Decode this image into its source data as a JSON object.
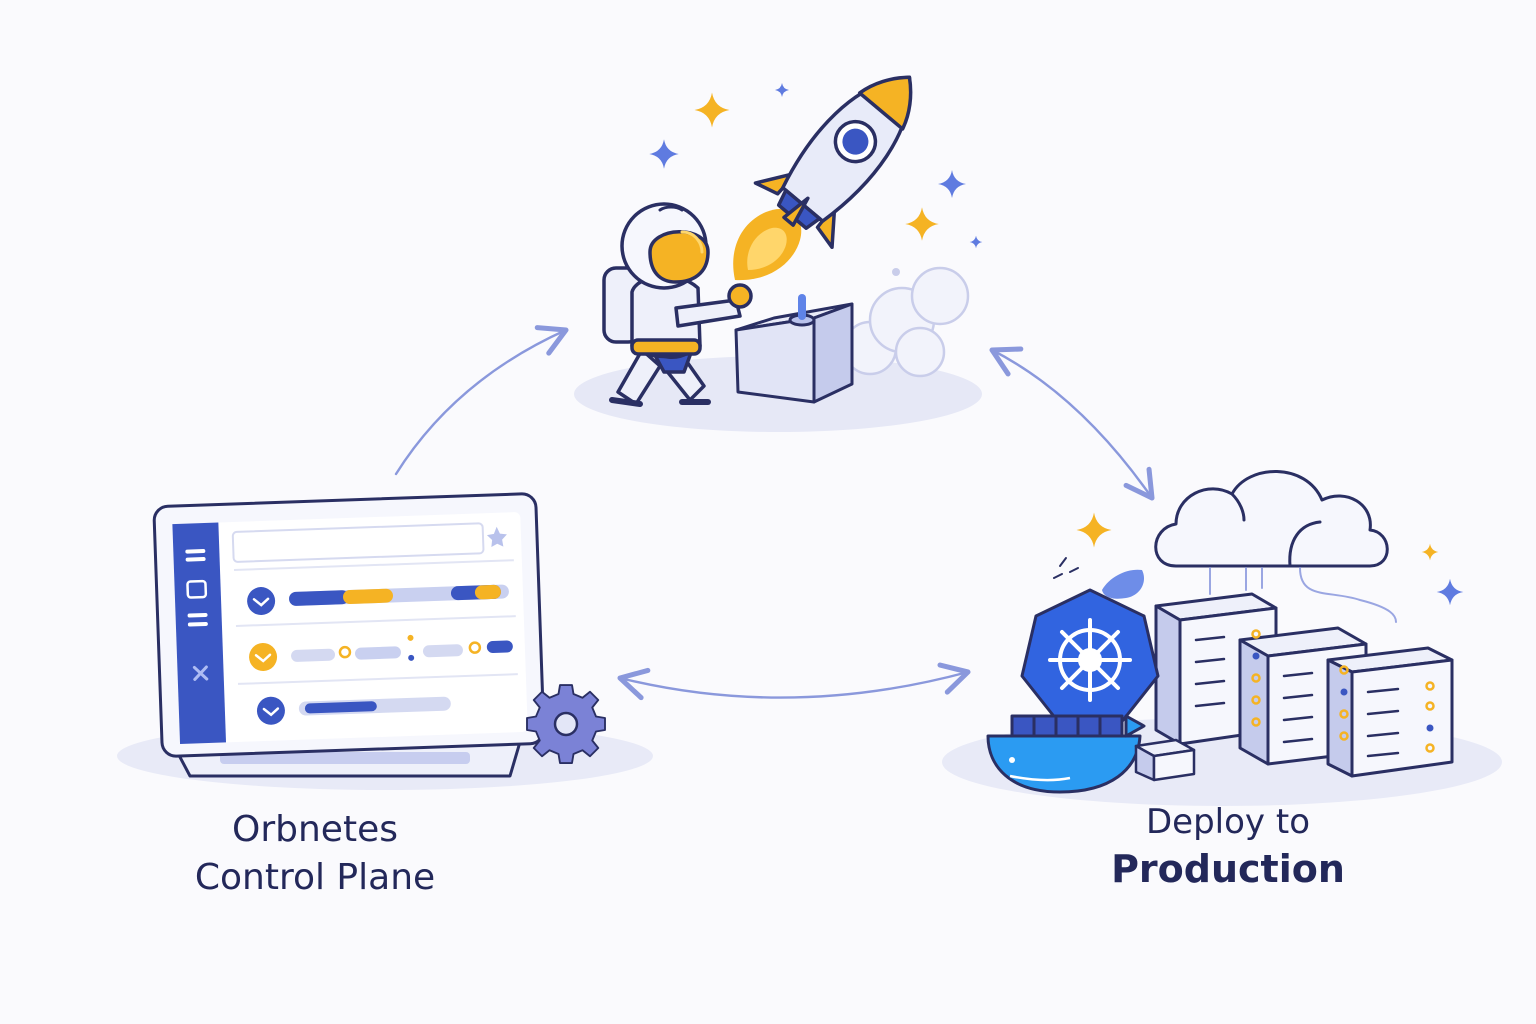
{
  "nodes": {
    "control_plane": {
      "title_line1": "Orbnetes",
      "title_line2": "Control Plane"
    },
    "deploy": {
      "title_line1": "Deploy to",
      "title_line2": "Production"
    }
  },
  "colors": {
    "background": "#fafafd",
    "text": "#23285a",
    "primary_blue": "#3f5fcf",
    "accent_orange": "#f5b324",
    "light_lavender": "#e3e6f7",
    "kubernetes_blue": "#3164e0",
    "docker_blue": "#2b9bf2",
    "arrow": "#8a98dc"
  },
  "icons": [
    "laptop-icon",
    "gear-icon",
    "rocket-icon",
    "astronaut-icon",
    "launch-box-icon",
    "cloud-icon",
    "kubernetes-wheel-icon",
    "docker-whale-icon",
    "server-rack-icon",
    "sparkle-icon",
    "arrow-icon"
  ]
}
